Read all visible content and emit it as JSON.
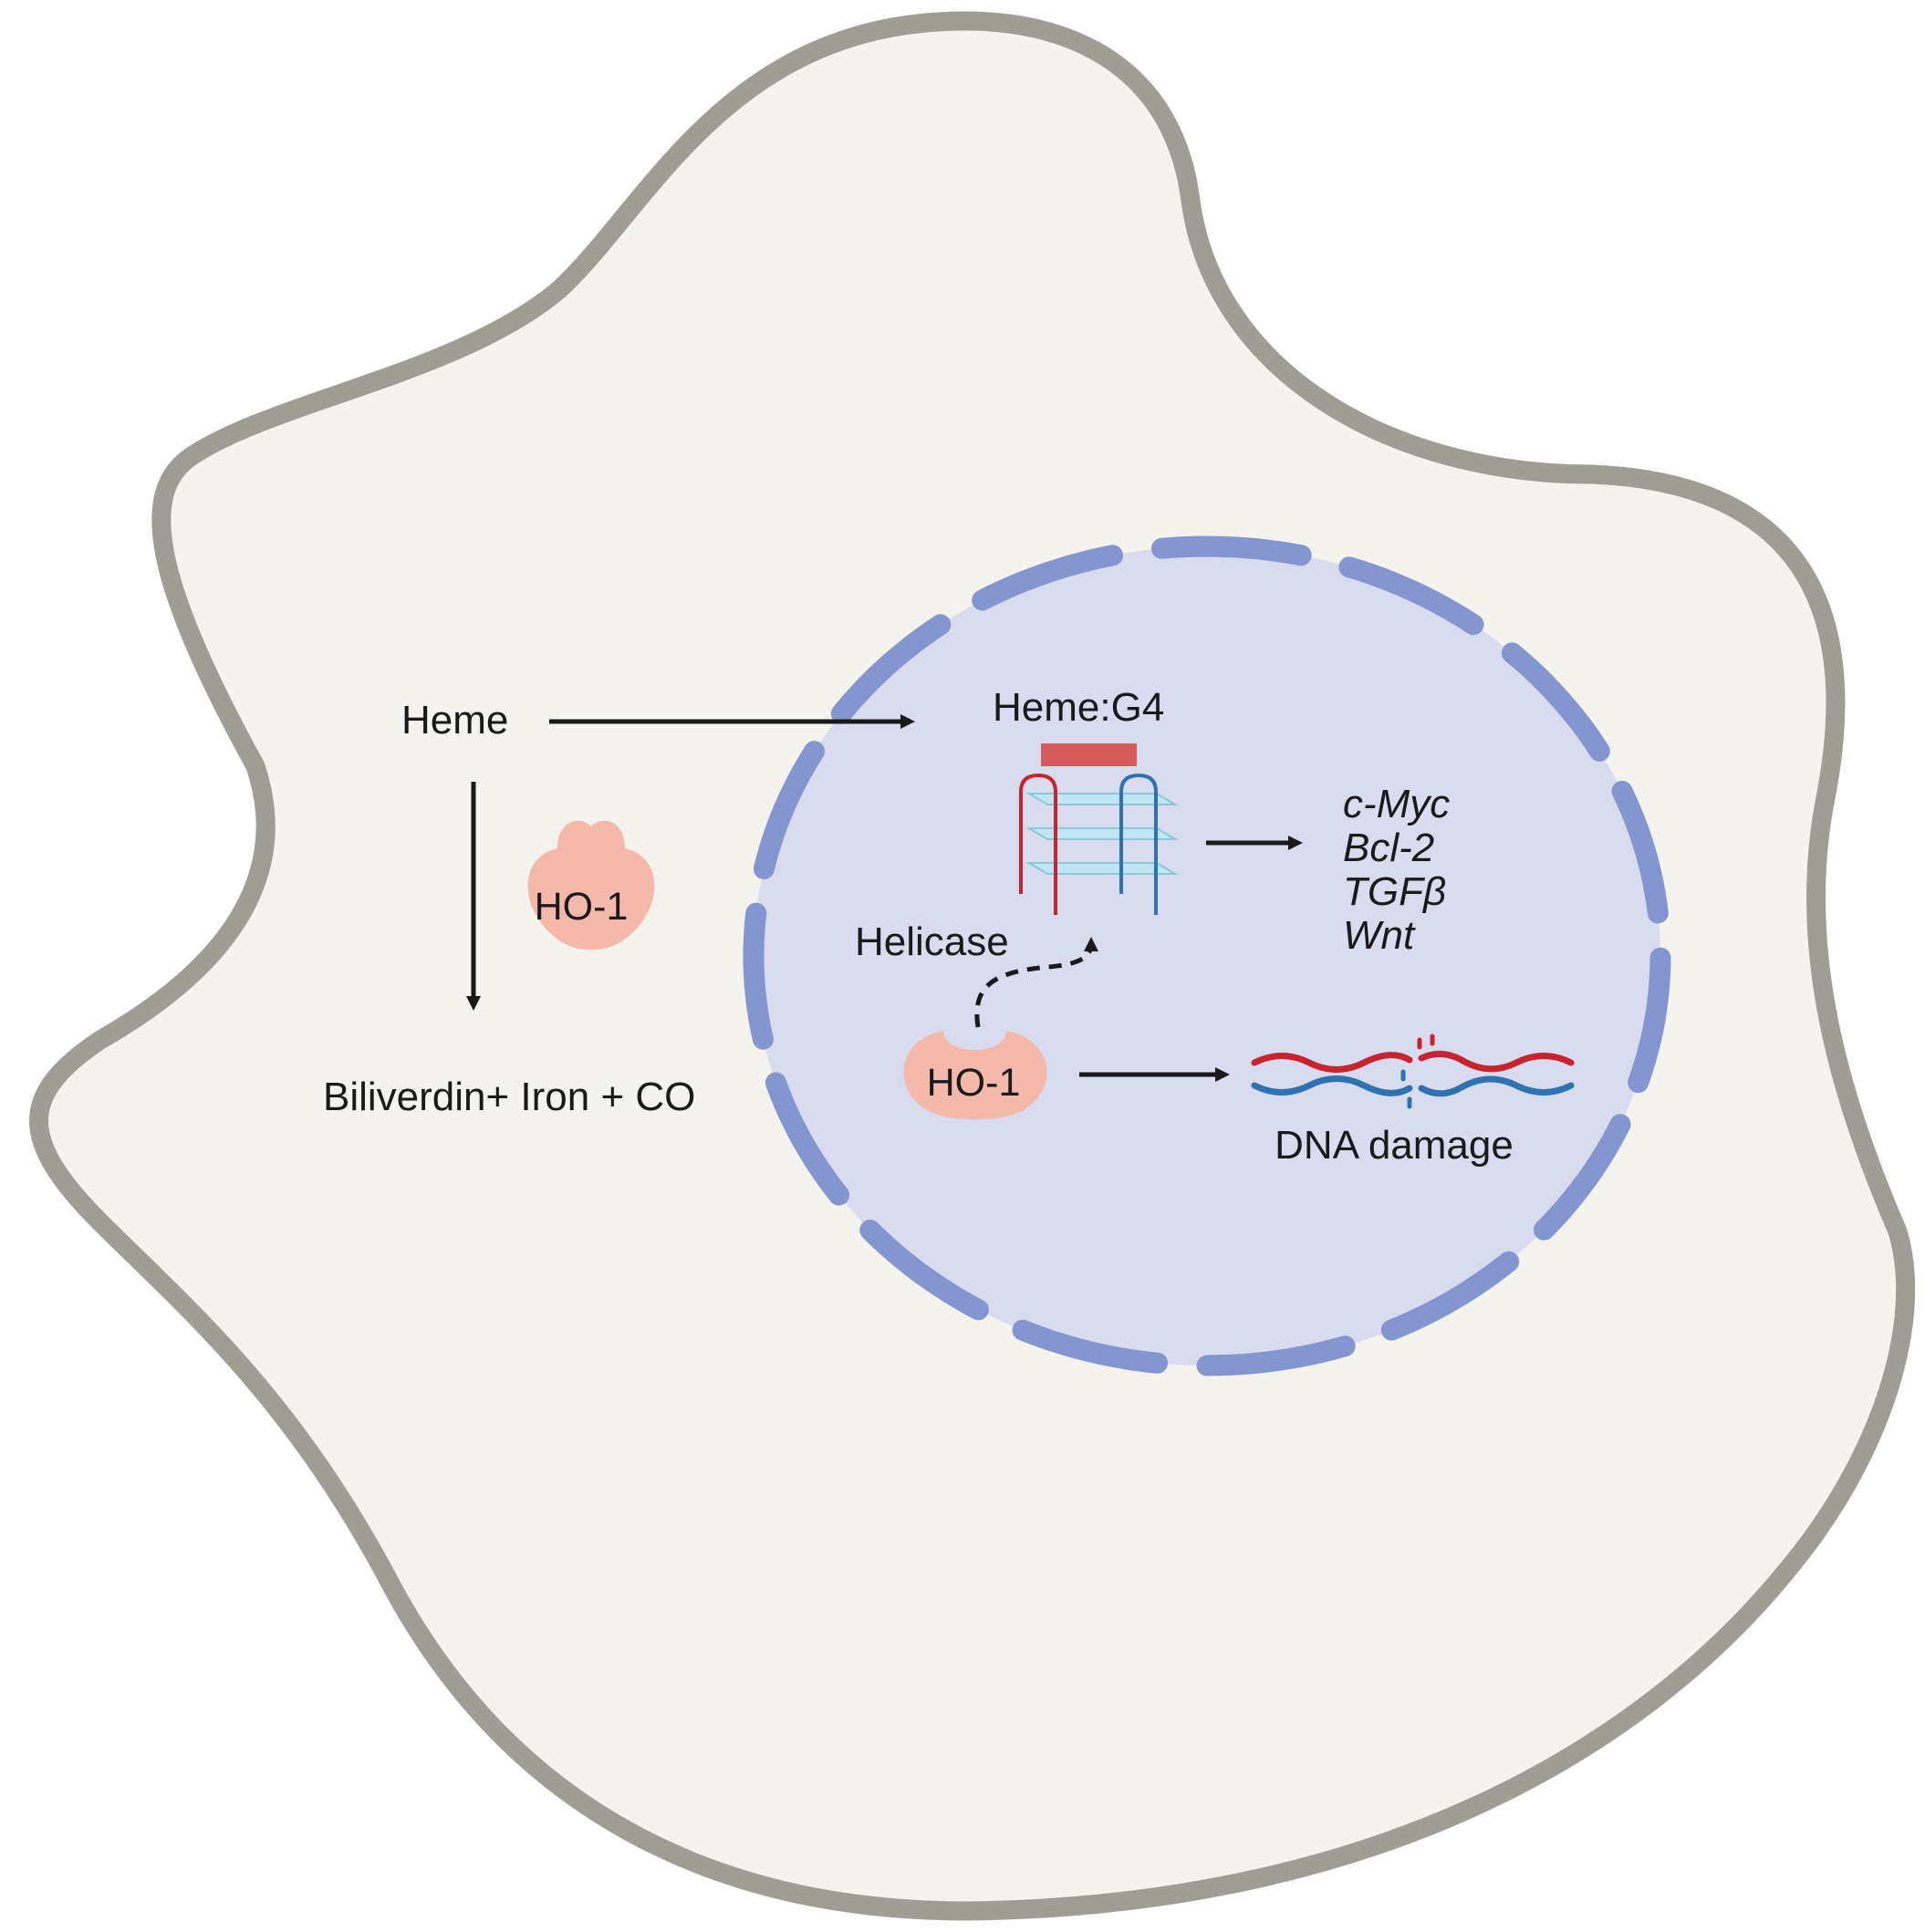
{
  "colors": {
    "cytoplasm_fill": "#f4f3ee",
    "cell_membrane": "#a09d94",
    "nucleus_fill": "#d9dcee",
    "nuclear_envelope": "#8496d0",
    "ho1_fill": "#f4b9ab",
    "heme_bar": "#d65b5b",
    "g4_strand_red": "#c8242f",
    "g4_strand_blue": "#2f72b0",
    "g4_tetrad": "#bfe6f2",
    "arrow": "#1a1a1a"
  },
  "labels": {
    "heme": "Heme",
    "ho1_cytoplasm": "HO-1",
    "products": "Biliverdin+ Iron + CO",
    "heme_g4": "Heme:G4",
    "helicase": "Helicase",
    "ho1_nucleus": "HO-1",
    "dna_damage": "DNA damage"
  },
  "target_genes": [
    "c-Myc",
    "Bcl-2",
    "TGFβ",
    "Wnt"
  ],
  "icons": {
    "ho1_cytoplasm": "enzyme-shape-icon",
    "ho1_nucleus": "enzyme-shape-icon",
    "g4": "g-quadruplex-icon",
    "dna": "dna-helix-icon"
  }
}
